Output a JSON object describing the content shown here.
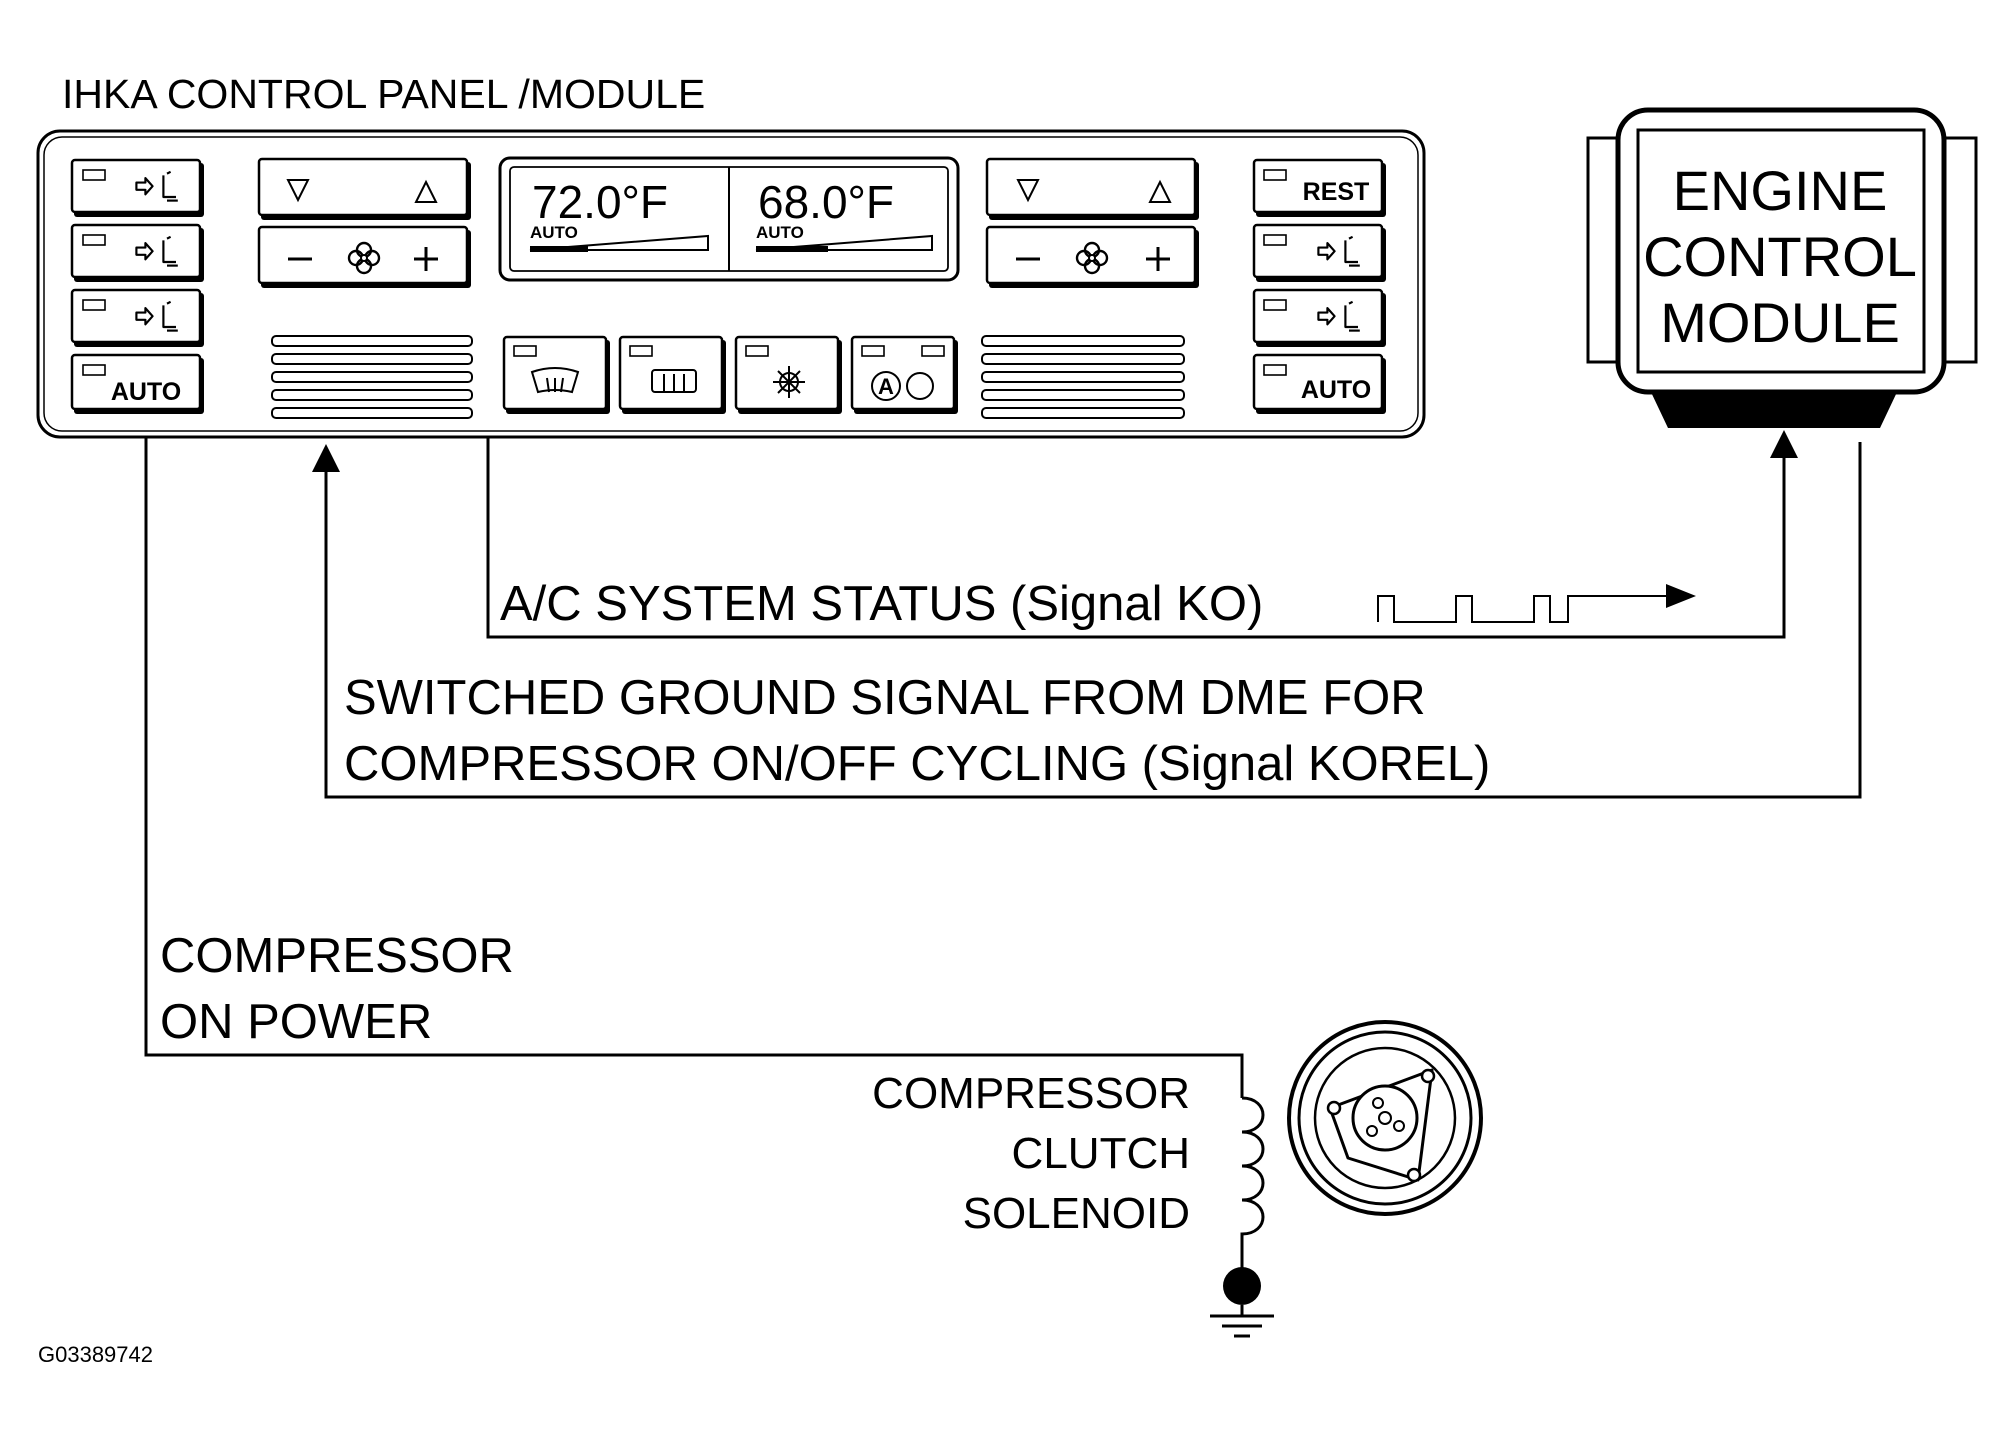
{
  "diagram": {
    "panel_label": "IHKA CONTROL PANEL /MODULE",
    "ecm_lines": [
      "ENGINE",
      "CONTROL",
      "MODULE"
    ],
    "ac_status_label": "A/C SYSTEM STATUS (Signal KO)",
    "korel_line1": "SWITCHED GROUND SIGNAL FROM DME FOR",
    "korel_line2": "COMPRESSOR ON/OFF CYCLING (Signal KOREL)",
    "comp_power_line1": "COMPRESSOR",
    "comp_power_line2": "ON POWER",
    "solenoid_line1": "COMPRESSOR",
    "solenoid_line2": "CLUTCH",
    "solenoid_line3": "SOLENOID",
    "figure_code": "G03389742"
  },
  "control_panel": {
    "left_temp": "72.0°F",
    "right_temp": "68.0°F",
    "left_display_mode": "AUTO",
    "right_display_mode": "AUTO",
    "left_auto_button": "AUTO",
    "right_auto_button": "AUTO",
    "rest_button": "REST"
  }
}
